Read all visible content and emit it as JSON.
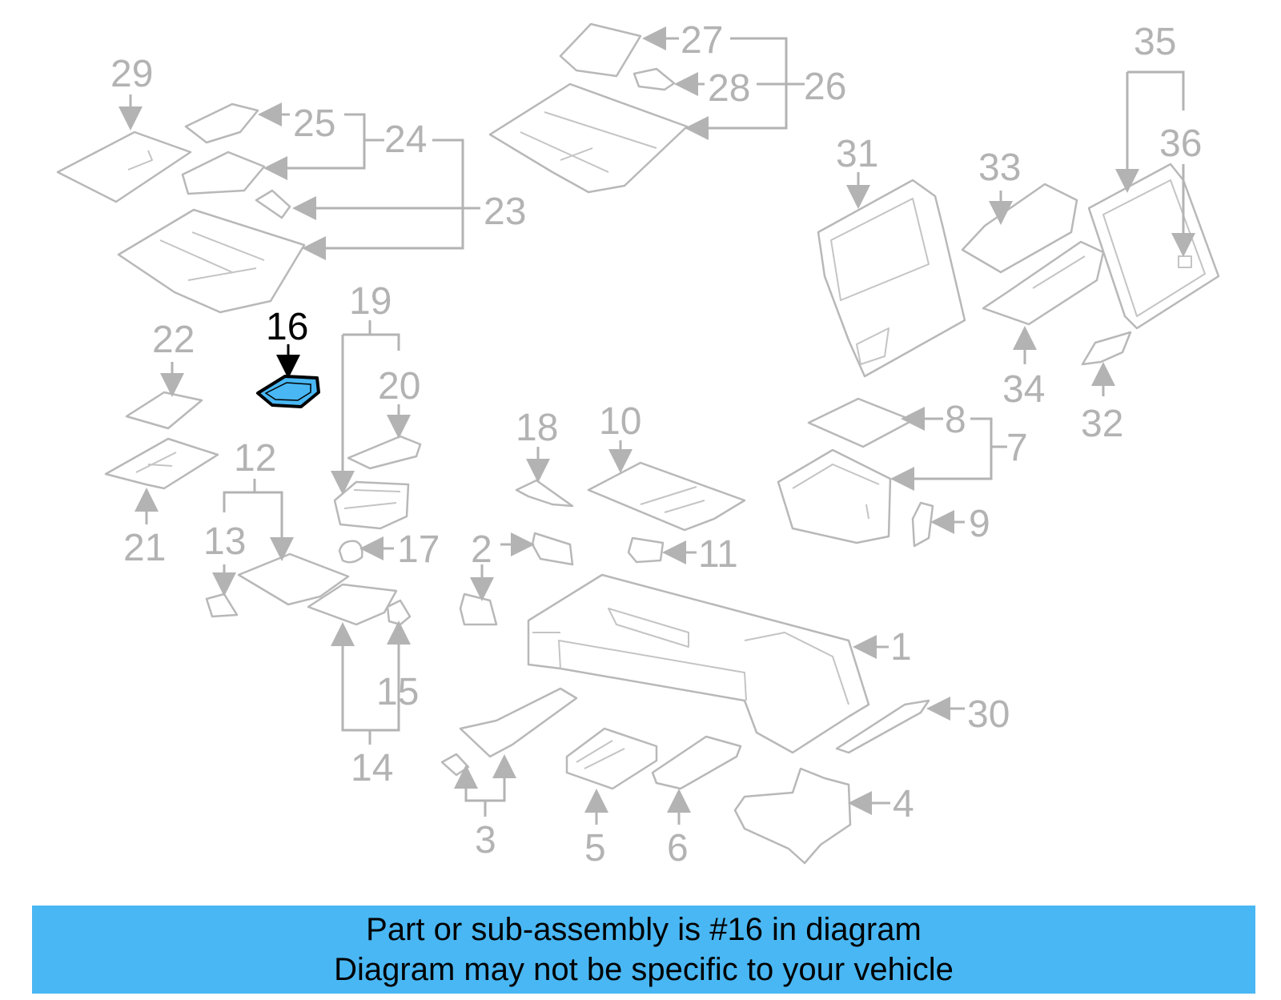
{
  "diagram": {
    "highlight_color": "#49b7f3",
    "callout_color": "#b3b3b3",
    "highlighted_part": "16",
    "callouts": [
      "1",
      "2",
      "3",
      "4",
      "5",
      "6",
      "7",
      "8",
      "9",
      "10",
      "11",
      "12",
      "13",
      "14",
      "15",
      "16",
      "17",
      "18",
      "19",
      "20",
      "21",
      "22",
      "23",
      "24",
      "25",
      "26",
      "27",
      "28",
      "29",
      "30",
      "31",
      "32",
      "33",
      "34",
      "35",
      "36"
    ]
  },
  "banner": {
    "line1": "Part or sub-assembly is #16 in diagram",
    "line2": "Diagram may not be specific to your vehicle"
  }
}
